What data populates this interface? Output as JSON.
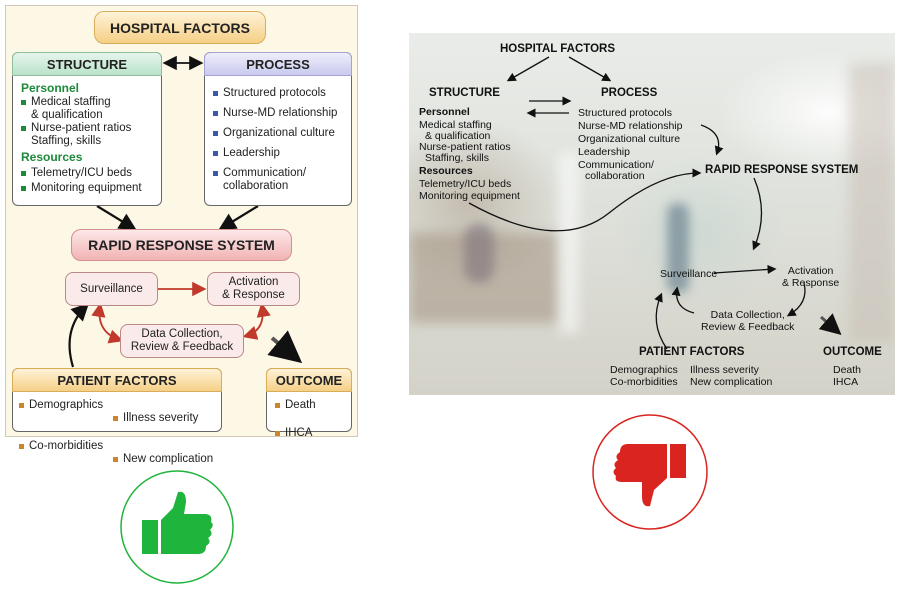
{
  "good": {
    "hospital_factors": "HOSPITAL FACTORS",
    "structure": {
      "title": "STRUCTURE",
      "personnel_heading": "Personnel",
      "personnel_items": [
        "Medical staffing",
        "& qualification",
        "Nurse-patient ratios",
        "Staffing, skills"
      ],
      "resources_heading": "Resources",
      "resources_items": [
        "Telemetry/ICU beds",
        "Monitoring equipment"
      ]
    },
    "process": {
      "title": "PROCESS",
      "items": [
        "Structured protocols",
        "Nurse-MD relationship",
        "Organizational culture",
        "Leadership",
        "Communication/",
        "collaboration"
      ]
    },
    "rrs": "RAPID RESPONSE SYSTEM",
    "surveillance": "Surveillance",
    "activation": [
      "Activation",
      "& Response"
    ],
    "data_collection": [
      "Data Collection,",
      "Review & Feedback"
    ],
    "patient": {
      "title": "PATIENT FACTORS",
      "items": [
        "Demographics",
        "Illness severity",
        "Co-morbidities",
        "New complication"
      ]
    },
    "outcome": {
      "title": "OUTCOME",
      "items": [
        "Death",
        "IHCA"
      ]
    },
    "colors": {
      "green": "#1c8a3a",
      "bullet_orange": "#c9862a",
      "bullet_blue": "#3d57a8",
      "arrow_red": "#c0392b"
    }
  },
  "bad": {
    "hospital_factors": "HOSPITAL FACTORS",
    "structure": "STRUCTURE",
    "personnel_heading": "Personnel",
    "personnel_items": [
      "Medical staffing",
      "& qualification",
      "Nurse-patient ratios",
      "Staffing, skills"
    ],
    "resources_heading": "Resources",
    "resources_items": [
      "Telemetry/ICU beds",
      "Monitoring equipment"
    ],
    "process": "PROCESS",
    "process_items": [
      "Structured protocols",
      "Nurse-MD relationship",
      "Organizational culture",
      "Leadership",
      "Communication/",
      "collaboration"
    ],
    "rrs": "RAPID RESPONSE SYSTEM",
    "surveillance": "Surveillance",
    "activation": [
      "Activation",
      "& Response"
    ],
    "data_collection": [
      "Data Collection,",
      "Review & Feedback"
    ],
    "patient": "PATIENT FACTORS",
    "patient_items": [
      "Demographics",
      "Co-morbidities",
      "Illness severity",
      "New complication"
    ],
    "outcome": "OUTCOME",
    "outcome_items": [
      "Death",
      "IHCA"
    ]
  },
  "icons": {
    "good": "thumbs-up-icon",
    "bad": "thumbs-down-icon",
    "good_color": "#1fb43c",
    "bad_color": "#d9241f"
  }
}
